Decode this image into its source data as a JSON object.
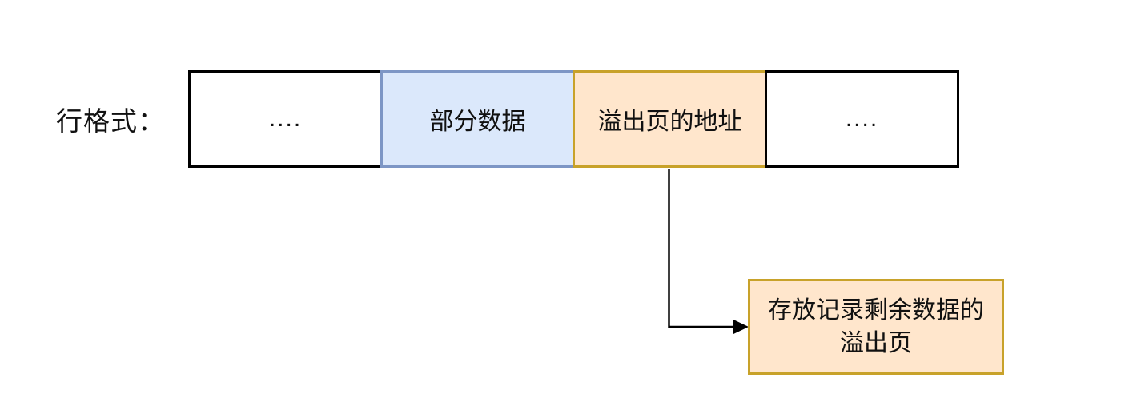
{
  "diagram": {
    "row_label": "行格式：",
    "row_cells": [
      {
        "text": "....",
        "fill": "#ffffff",
        "border": "#000000"
      },
      {
        "text": "部分数据",
        "fill": "#dbe8fb",
        "border": "#7d96c5"
      },
      {
        "text": "溢出页的地址",
        "fill": "#ffe6cc",
        "border": "#c8a22a"
      },
      {
        "text": "....",
        "fill": "#ffffff",
        "border": "#000000"
      }
    ],
    "overflow_box": {
      "lines": [
        "存放记录剩余数据的",
        "溢出页"
      ],
      "fill": "#ffe6cc",
      "border": "#c8a22a"
    },
    "arrow_color": "#000000",
    "background": "#ffffff"
  }
}
